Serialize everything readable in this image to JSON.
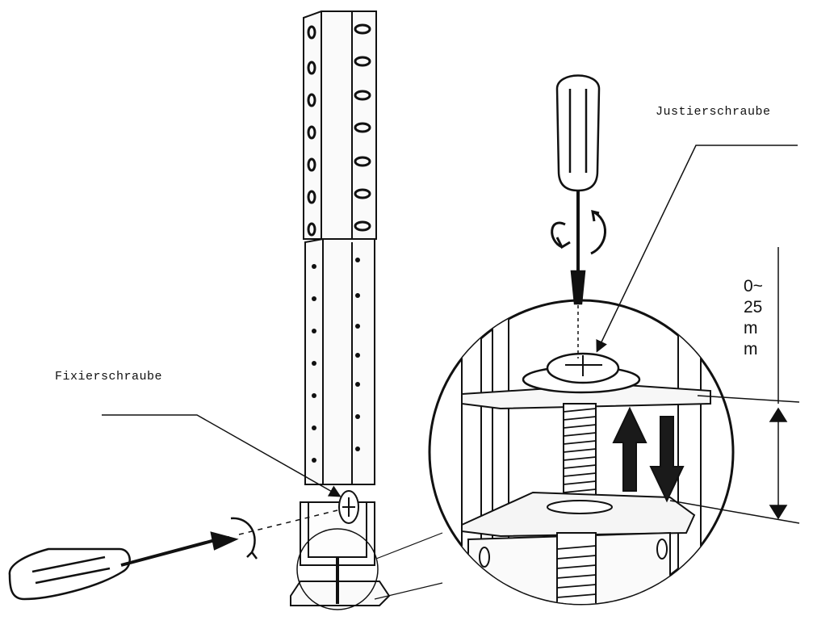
{
  "labels": {
    "adjusting_screw": "Justierschraube",
    "fixing_screw": "Fixierschraube",
    "range_lines": [
      "0~",
      "25",
      "m",
      "m"
    ]
  },
  "colors": {
    "line": "#111111",
    "background": "#ffffff",
    "fill_dark": "#1a1a1a",
    "fill_light": "#f4f4f4"
  },
  "icons": {
    "rotation_top": "rotate-clockwise-icon",
    "rotation_left": "rotate-arrow-icon",
    "up_down": "up-down-arrows-icon",
    "dimension": "dimension-arrows-icon"
  }
}
